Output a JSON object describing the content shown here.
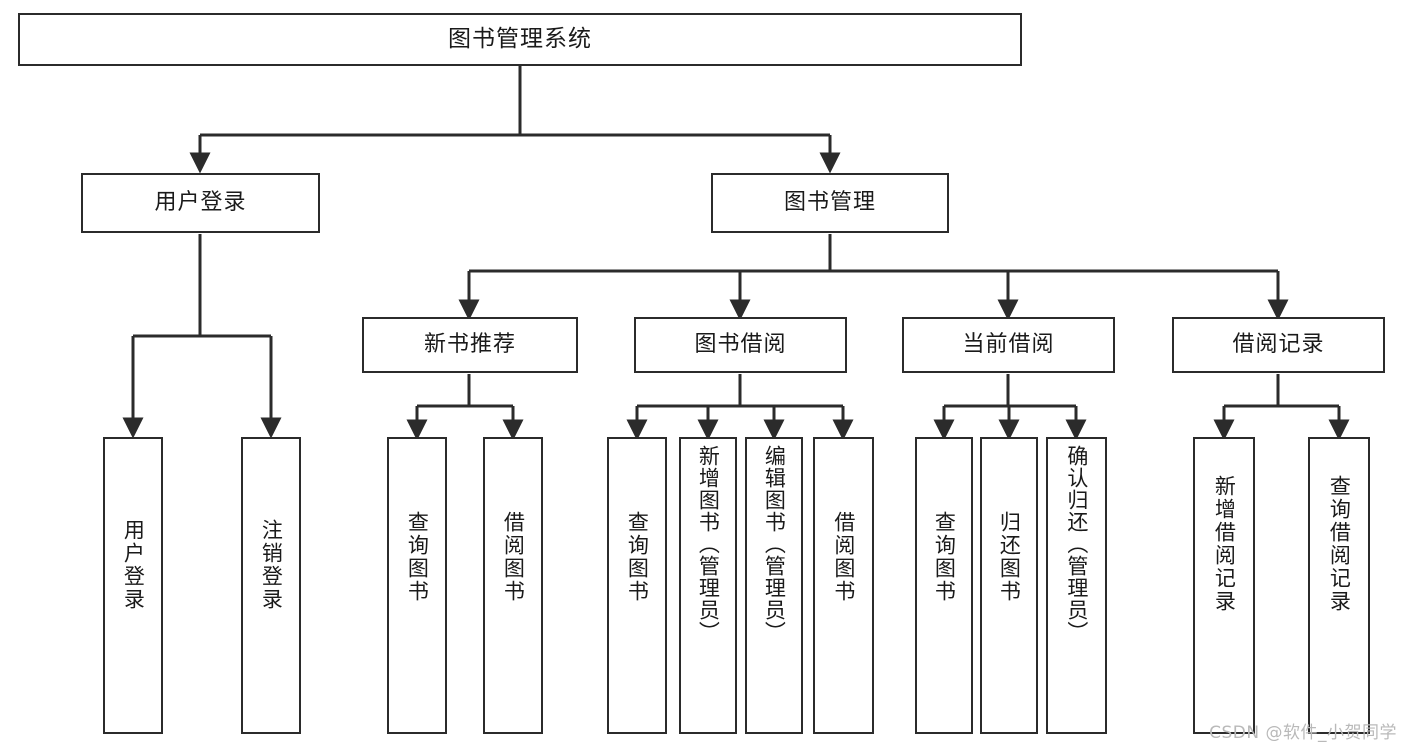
{
  "diagram": {
    "title": "图书管理系统",
    "type": "tree-hierarchy-diagram",
    "watermark": "CSDN @软件_小贺同学",
    "colors": {
      "stroke": "#2b2b2b",
      "fill": "#ffffff",
      "text": "#1a1a1a",
      "watermark": "#b9b9b9"
    },
    "levels": {
      "root": {
        "label": "图书管理系统"
      },
      "level1": [
        {
          "id": "user-login",
          "label": "用户登录"
        },
        {
          "id": "book-manage",
          "label": "图书管理"
        }
      ],
      "level2": [
        {
          "id": "new-book-rec",
          "label": "新书推荐",
          "parent": "book-manage"
        },
        {
          "id": "book-borrow",
          "label": "图书借阅",
          "parent": "book-manage"
        },
        {
          "id": "current-borrow",
          "label": "当前借阅",
          "parent": "book-manage"
        },
        {
          "id": "borrow-record",
          "label": "借阅记录",
          "parent": "book-manage"
        }
      ],
      "leaves": [
        {
          "id": "leaf-user-login",
          "label": "用户登录",
          "parent": "user-login"
        },
        {
          "id": "leaf-logout",
          "label": "注销登录",
          "parent": "user-login"
        },
        {
          "id": "leaf-query-book-1",
          "label": "查询图书",
          "parent": "new-book-rec"
        },
        {
          "id": "leaf-borrow-book-1",
          "label": "借阅图书",
          "parent": "new-book-rec"
        },
        {
          "id": "leaf-query-book-2",
          "label": "查询图书",
          "parent": "book-borrow"
        },
        {
          "id": "leaf-add-book",
          "label": "新增图书（管理员）",
          "parent": "book-borrow"
        },
        {
          "id": "leaf-edit-book",
          "label": "编辑图书（管理员）",
          "parent": "book-borrow"
        },
        {
          "id": "leaf-borrow-book-2",
          "label": "借阅图书",
          "parent": "book-borrow"
        },
        {
          "id": "leaf-query-book-3",
          "label": "查询图书",
          "parent": "current-borrow"
        },
        {
          "id": "leaf-return-book",
          "label": "归还图书",
          "parent": "current-borrow"
        },
        {
          "id": "leaf-confirm-return",
          "label": "确认归还（管理员）",
          "parent": "current-borrow"
        },
        {
          "id": "leaf-add-record",
          "label": "新增借阅记录",
          "parent": "borrow-record"
        },
        {
          "id": "leaf-query-record",
          "label": "查询借阅记录",
          "parent": "borrow-record"
        }
      ]
    }
  }
}
